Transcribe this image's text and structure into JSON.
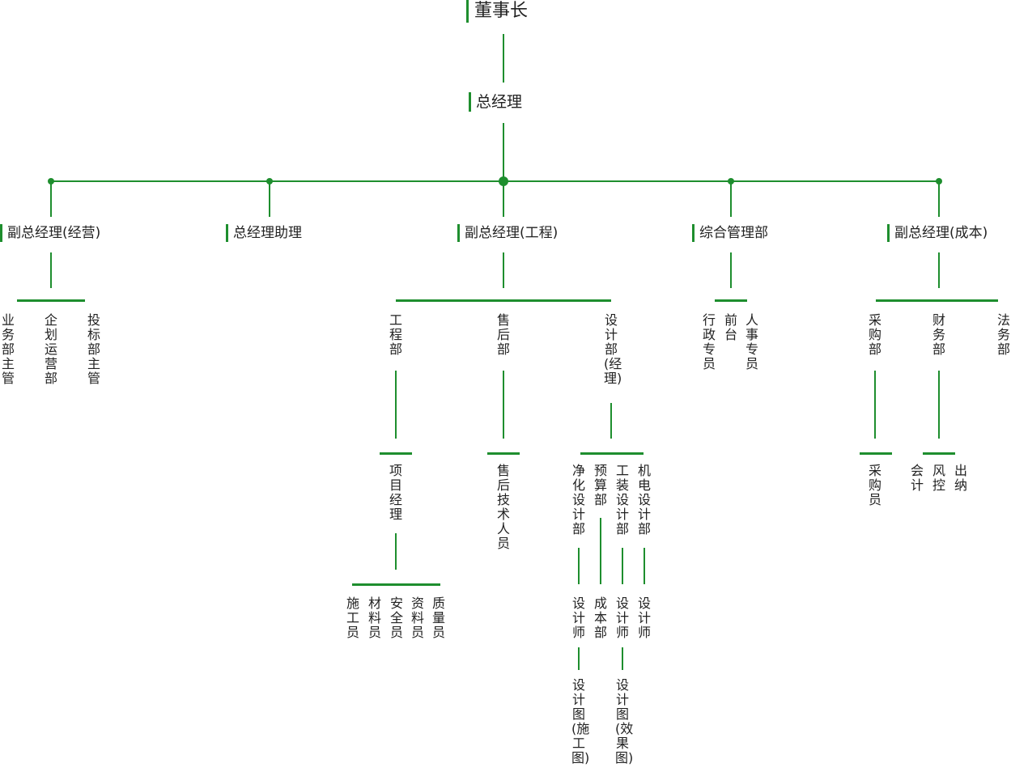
{
  "chairman": "董事长",
  "general_manager": "总经理",
  "l2": {
    "vp_operations": "副总经理(经营)",
    "gm_assistant": "总经理助理",
    "vp_engineering": "副总经理(工程)",
    "admin_dept": "综合管理部",
    "vp_cost": "副总经理(成本)"
  },
  "operations": {
    "business_dept_head": "业务部主管",
    "planning_ops_dept": "企划运营部",
    "bidding_dept_head": "投标部主管"
  },
  "engineering": {
    "engineering_dept": "工程部",
    "after_sales_dept": "售后部",
    "design_dept": "设计部(经理)",
    "project_manager": "项目经理",
    "after_sales_tech": "售后技术人员",
    "site_staff": [
      "施工员",
      "材料员",
      "安全员",
      "资料员",
      "质量员"
    ],
    "design_subs": {
      "clean_design": "净化设计部",
      "budget_dept": "预算部",
      "fitout_design": "工装设计部",
      "mep_design": "机电设计部"
    },
    "designer_1": "设计师",
    "cost_dept": "成本部",
    "designer_2": "设计师",
    "designer_3": "设计师",
    "construction_drawings": "设计图(施工图)",
    "render_drawings": "设计图(效果图)"
  },
  "admin": {
    "admin_staff": "行政专员",
    "reception": "前台",
    "hr_staff": "人事专员"
  },
  "cost": {
    "purchasing_dept": "采购部",
    "finance_dept": "财务部",
    "legal_dept": "法务部",
    "purchaser": "采购员",
    "accountant": "会计",
    "risk_control": "风控",
    "cashier": "出纳"
  }
}
